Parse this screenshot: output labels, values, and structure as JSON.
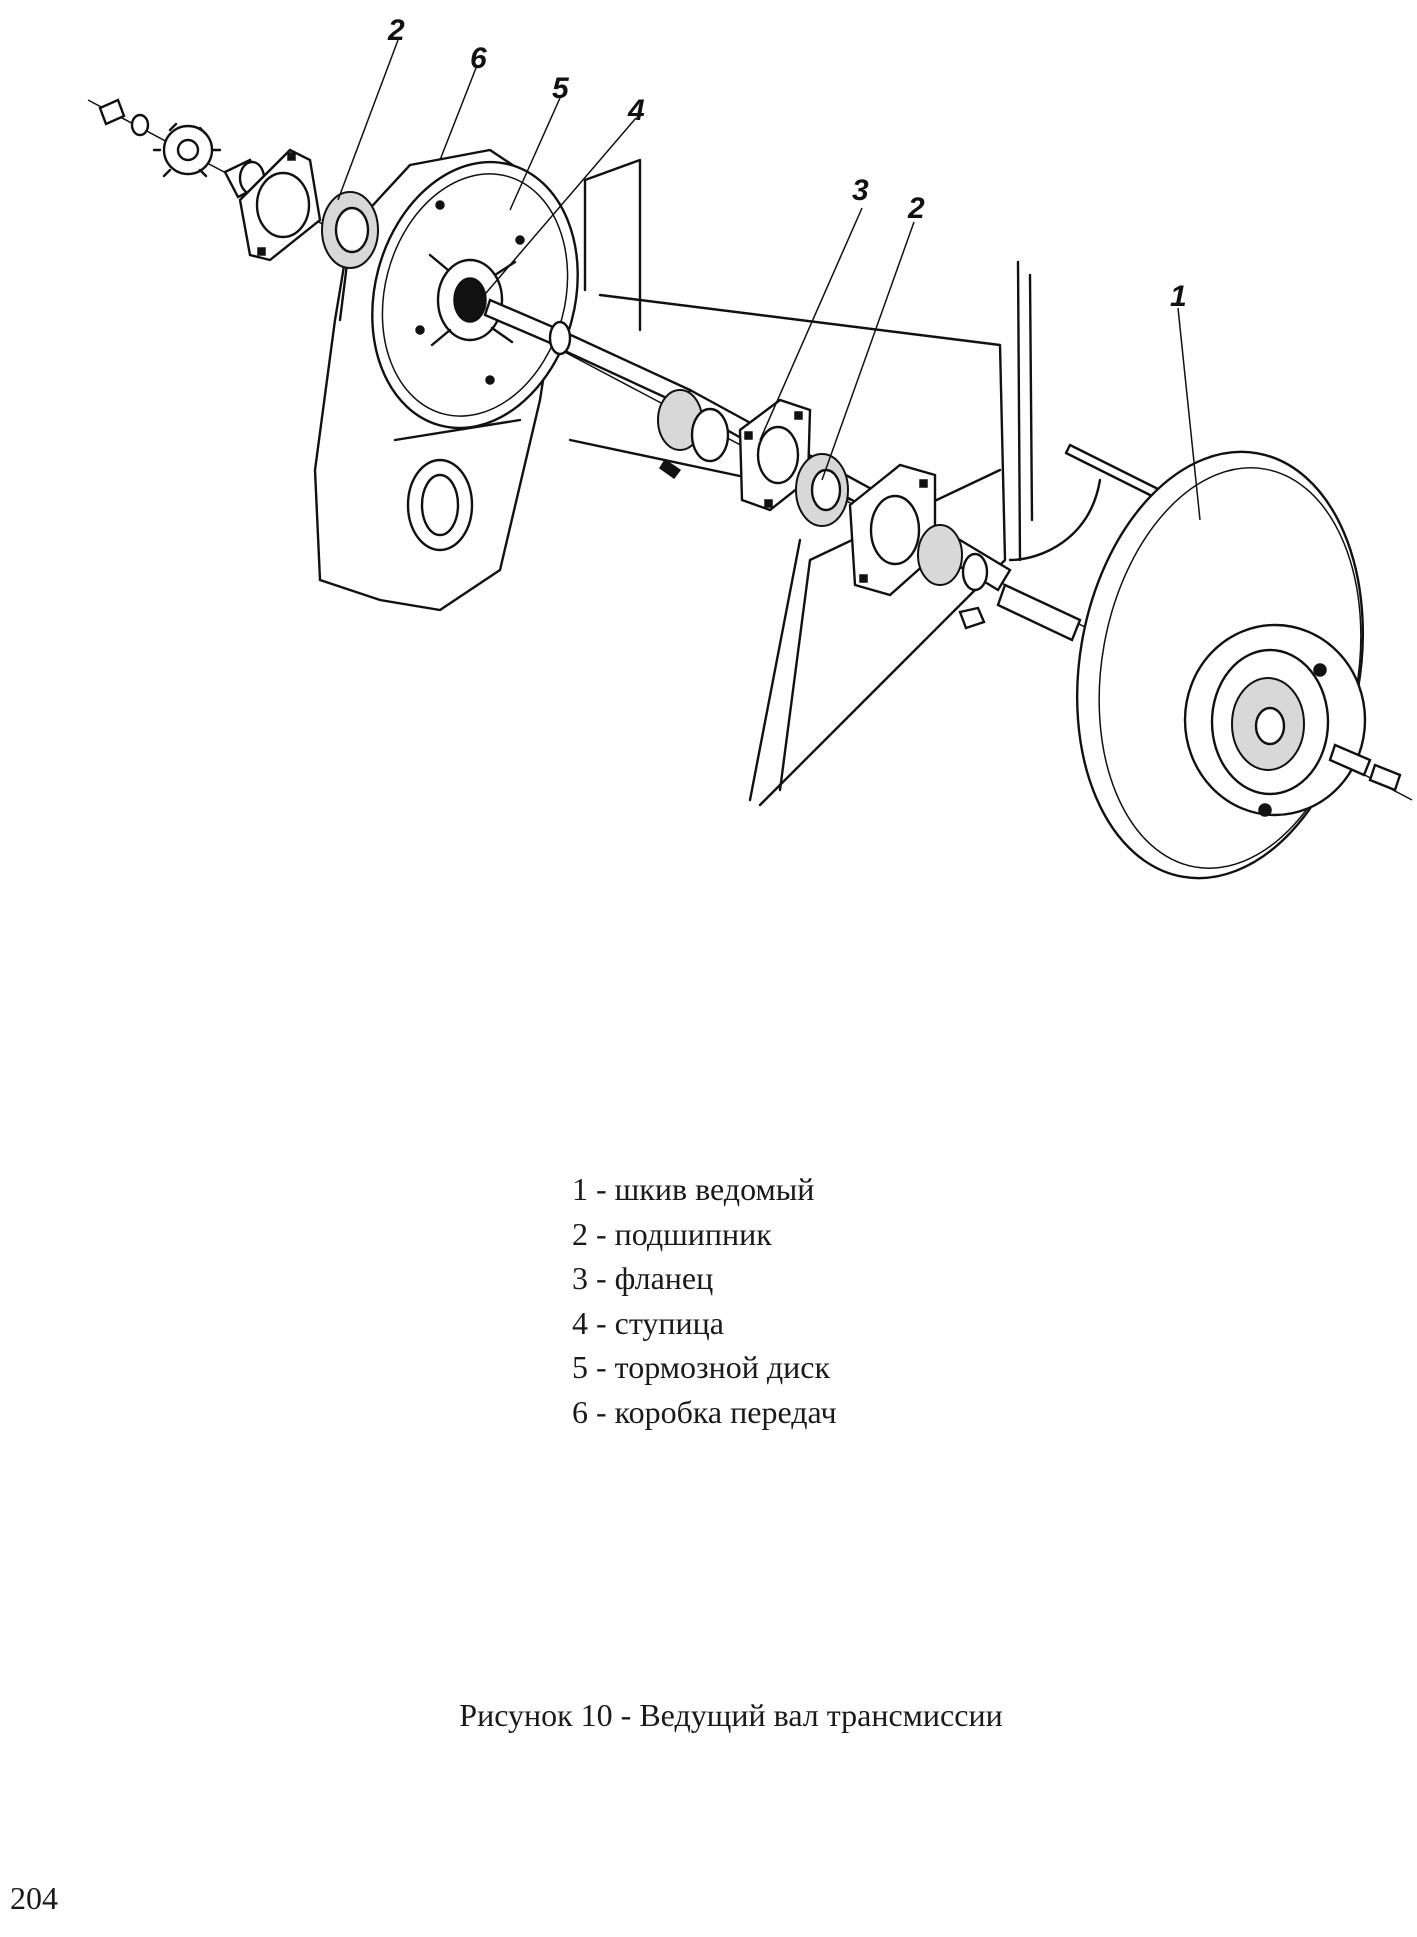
{
  "diagram": {
    "callouts": [
      "2",
      "6",
      "5",
      "4",
      "3",
      "2",
      "1"
    ]
  },
  "legend": {
    "items": [
      "1 - шкив ведомый",
      "2 - подшипник",
      "3 - фланец",
      "4 - ступица",
      "5 - тормозной диск",
      "6 - коробка передач"
    ]
  },
  "caption": "Рисунок 10 - Ведущий вал трансмиссии",
  "page_number": "204"
}
